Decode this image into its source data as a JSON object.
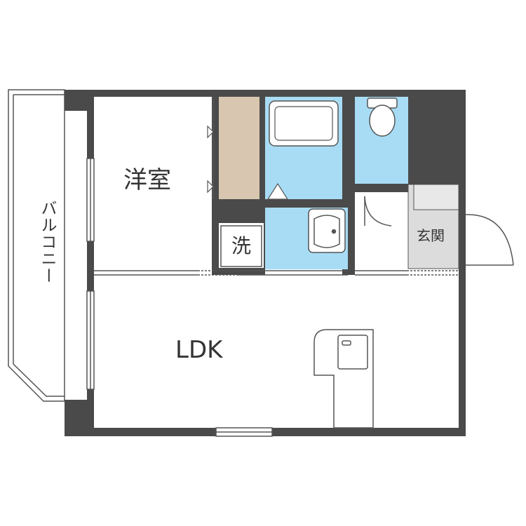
{
  "rooms": {
    "western_room": "洋室",
    "ldk": "LDK",
    "washroom": "洗",
    "entrance": "玄関",
    "balcony": "バルコニー"
  },
  "colors": {
    "wall": "#4a4a4a",
    "floor": "#ffffff",
    "wet_area": "#a8dcf5",
    "closet": "#d9c6b0",
    "entrance_floor": "#dcdcdc",
    "outline": "#555555"
  }
}
